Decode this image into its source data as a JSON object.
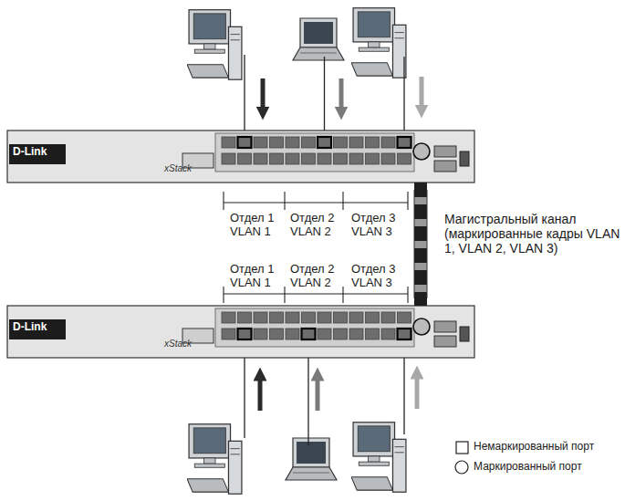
{
  "diagram": {
    "nodes": [
      {
        "text": [
          "D-Link",
          "xStack"
        ]
      },
      {
        "text": [
          "D-Link",
          "xStack"
        ]
      }
    ],
    "edges": [
      {
        "from": 0,
        "to": 1,
        "arrow": "none"
      }
    ],
    "labels": [
      "Отдел 1 VLAN 1",
      "Отдел 2 VLAN 2",
      "Отдел 3 VLAN 3",
      "Магистральный канал (маркированные кадры VLAN 1, VLAN 2, VLAN 3)",
      "Отдел 1 VLAN 1",
      "Отдел 2 VLAN 2",
      "Отдел 3 VLAN 3"
    ],
    "legend": [
      {
        "text": "Немаркированный порт"
      },
      {
        "text": "Маркированный порт"
      }
    ]
  }
}
